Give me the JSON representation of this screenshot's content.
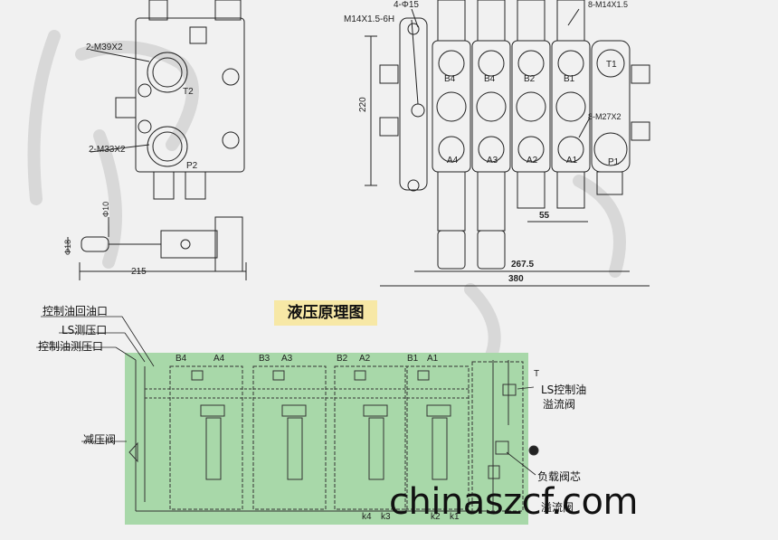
{
  "drawing": {
    "top_left": {
      "port_t_label": "2-M39X2",
      "port_p_label": "2-M33X2",
      "port_t_name": "T2",
      "port_p_name": "P2",
      "dim_width": "215",
      "dim_diam_10": "Φ10",
      "dim_diam_18": "Φ18"
    },
    "top_right": {
      "hole_label": "4-Φ15",
      "thread_label": "M14X1.5-6H",
      "thread_label_right": "8-M14X1.5",
      "port_label_right": "8-M27X2",
      "dim_height": "220",
      "dim_pitch": "55",
      "dim_length_1": "267.5",
      "dim_length_2": "380",
      "b_ports": [
        "B4",
        "B4",
        "B2",
        "B1"
      ],
      "a_ports": [
        "A4",
        "A3",
        "A2",
        "A1"
      ],
      "port_t1": "T1",
      "port_p1": "P1"
    }
  },
  "schematic": {
    "title": "液压原理图",
    "left_labels": [
      "控制油回油口",
      "LS测压口",
      "控制油测压口"
    ],
    "pressure_reducing_valve": "减压阀",
    "section_ports": [
      {
        "b": "B4",
        "a": "A4"
      },
      {
        "b": "B3",
        "a": "A3"
      },
      {
        "b": "B2",
        "a": "A2"
      },
      {
        "b": "B1",
        "a": "A1"
      }
    ],
    "port_t": "T",
    "ls_relief_line1": "LS控制油",
    "ls_relief_line2": "溢流阀",
    "load_valve_core": "负载阀芯",
    "relief_valve_partial": "溢流阀",
    "bottom_ports": [
      "k4",
      "k3",
      "k2",
      "k1"
    ]
  },
  "watermark": "chinaszcf.com",
  "colors": {
    "schematic_background": "#a8d8a9",
    "title_background": "#f7e8a6",
    "line": "#222222"
  }
}
